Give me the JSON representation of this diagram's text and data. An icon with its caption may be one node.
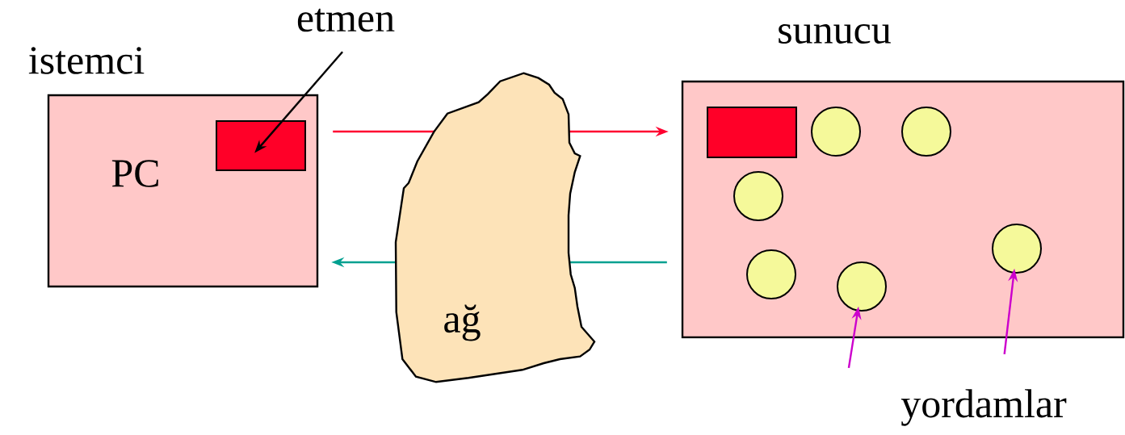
{
  "diagram": {
    "nodes": [
      {
        "text": [
          "istemci",
          "PC"
        ]
      },
      {
        "text": [],
        "shape": "box",
        "in": 0
      },
      {
        "text": [
          "etmen"
        ]
      },
      {
        "text": [
          "ağ"
        ]
      },
      {
        "text": [
          "sunucu"
        ]
      },
      {
        "text": [],
        "shape": "box",
        "in": 4
      },
      {
        "text": [],
        "shape": "circle",
        "in": 4
      },
      {
        "text": [],
        "shape": "circle",
        "in": 4
      },
      {
        "text": [],
        "shape": "circle",
        "in": 4
      },
      {
        "text": [],
        "shape": "circle",
        "in": 4
      },
      {
        "text": [],
        "shape": "circle",
        "in": 4
      },
      {
        "text": [],
        "shape": "circle",
        "in": 4
      },
      {
        "text": [
          "yordamlar"
        ]
      }
    ],
    "edges": [
      {
        "from": 2,
        "to": 1,
        "arrow": "to",
        "color": "#000000"
      },
      {
        "from": 0,
        "to": 4,
        "arrow": "to",
        "color": "#ff0030"
      },
      {
        "from": 4,
        "to": 0,
        "arrow": "to",
        "color": "#00a090"
      },
      {
        "from": 12,
        "to": 11,
        "arrow": "to",
        "color": "#cc00cc"
      },
      {
        "from": 12,
        "to": 9,
        "arrow": "to",
        "color": "#cc00cc"
      }
    ]
  }
}
